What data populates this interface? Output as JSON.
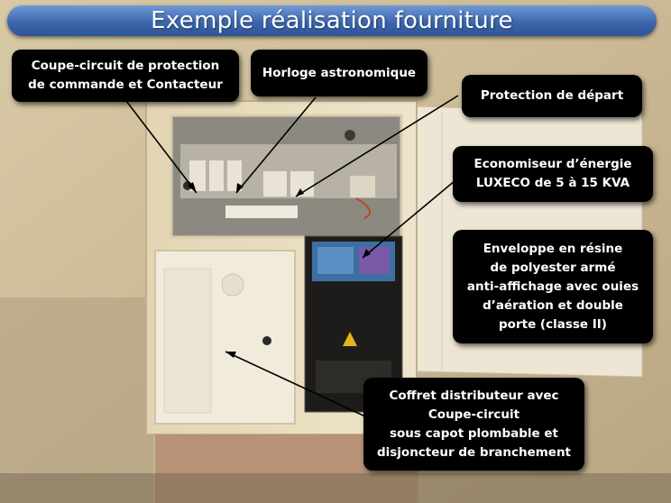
{
  "title": "Exemple réalisation fourniture",
  "callouts": {
    "coupe_circuit": [
      "Coupe-circuit de protection",
      "de commande et Contacteur"
    ],
    "horloge": [
      "Horloge astronomique"
    ],
    "protection": [
      "Protection de départ"
    ],
    "economiseur": [
      "Economiseur d’énergie",
      "LUXECO de 5 à 15 KVA"
    ],
    "enveloppe": [
      "Enveloppe en résine",
      "de polyester armé",
      "anti-affichage avec ouies",
      "d’aération et double",
      "porte (classe II)"
    ],
    "coffret": [
      "Coffret distributeur avec",
      "Coupe-circuit",
      "sous capot plombable et",
      "disjoncteur de branchement"
    ]
  },
  "colors": {
    "title_bar": "#3d66ad",
    "callout_bg": "#000000",
    "callout_text": "#ffffff",
    "wall": "#c9b99a",
    "cabinet": "#e8dcc0"
  }
}
